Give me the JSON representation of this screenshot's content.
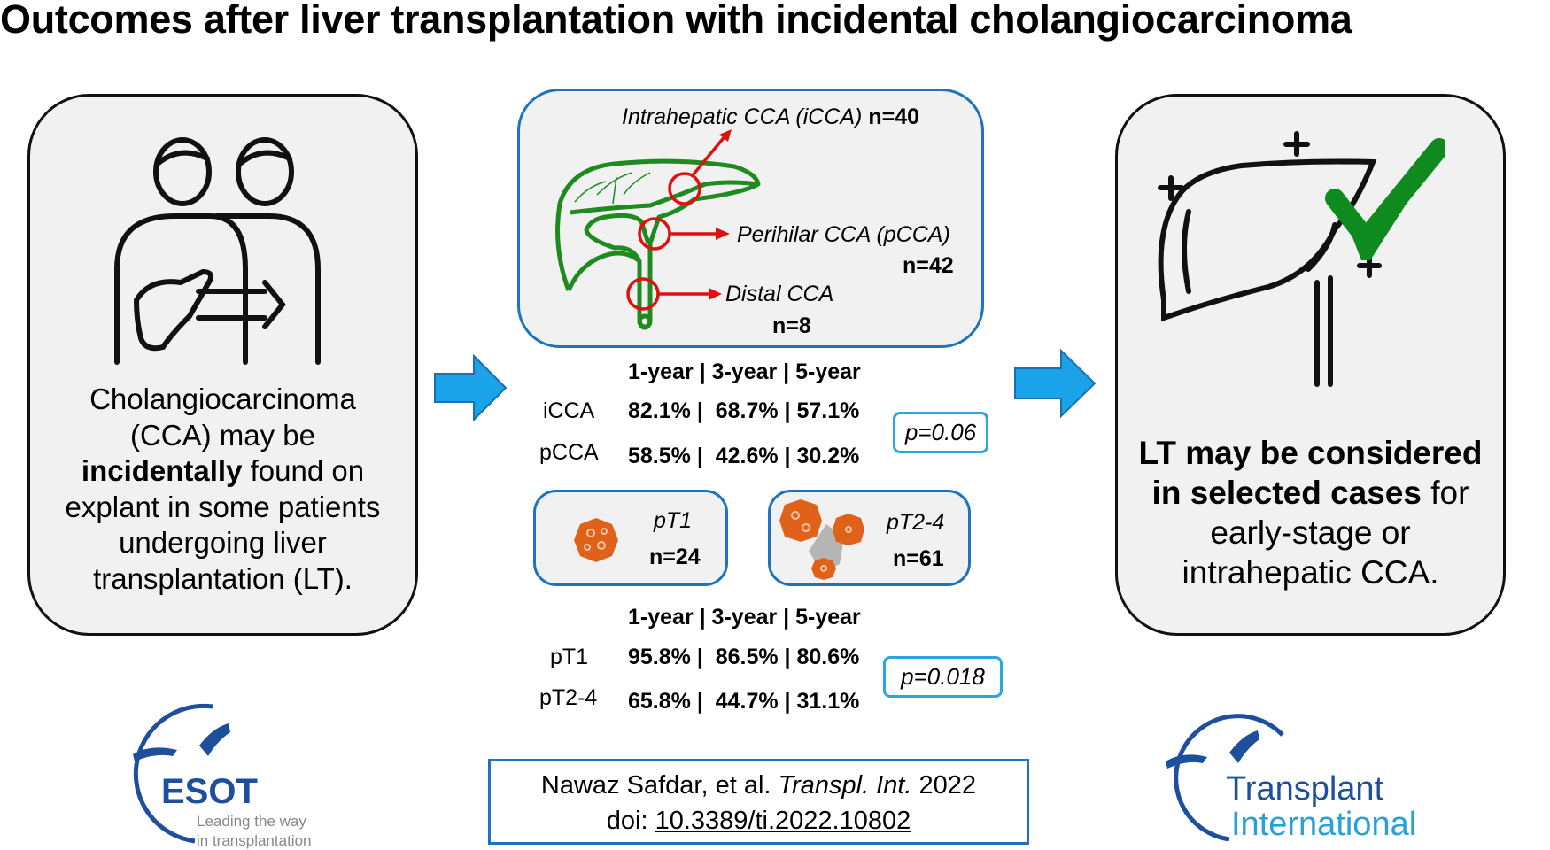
{
  "title": "Outcomes after liver transplantation with incidental cholangiocarcinoma",
  "left_panel": {
    "lines": [
      "Cholangiocarcinoma",
      "(CCA) may be",
      "incidentally",
      " found on",
      "explant in some patients",
      "undergoing liver",
      "transplantation (LT)."
    ]
  },
  "anatomy": {
    "icca_label": "Intrahepatic CCA (iCCA)",
    "icca_n": "n=40",
    "pcca_label": "Perihilar CCA (pCCA)",
    "pcca_n": "n=42",
    "dcca_label": "Distal CCA",
    "dcca_n": "n=8"
  },
  "survival_table_1": {
    "header": "1-year | 3-year | 5-year",
    "rows": [
      {
        "label": "iCCA",
        "values": "82.1% |  68.7% | 57.1%"
      },
      {
        "label": "pCCA",
        "values": "58.5% |  42.6% | 30.2%"
      }
    ],
    "p_value": "p=0.06"
  },
  "stage_boxes": [
    {
      "label": "pT1",
      "n": "n=24"
    },
    {
      "label": "pT2-4",
      "n": "n=61"
    }
  ],
  "survival_table_2": {
    "header": "1-year | 3-year | 5-year",
    "rows": [
      {
        "label": "pT1",
        "values": "95.8% |  86.5% | 80.6%"
      },
      {
        "label": "pT2-4",
        "values": "65.8% |  44.7% | 31.1%"
      }
    ],
    "p_value": "p=0.018"
  },
  "right_panel": {
    "bold1": "LT may be considered",
    "bold2": "in selected cases",
    "rest2": " for",
    "line3": "early-stage or",
    "line4": "intrahepatic CCA."
  },
  "citation": {
    "authors": "Nawaz Safdar, et al. ",
    "journal": "Transpl. Int.",
    "year": " 2022",
    "doi_label": "doi: ",
    "doi": "10.3389/ti.2022.10802"
  },
  "logos": {
    "esot": "ESOT",
    "esot_tagline_1": "Leading the way",
    "esot_tagline_2": "in transplantation",
    "ti_1": "Transplant",
    "ti_2": "International"
  },
  "colors": {
    "accent_blue": "#1e73be",
    "p_box": "#29a8e0",
    "arrow": "#1aa3e8",
    "liver_green": "#1f8a1f",
    "tumor": "#e0621a",
    "check": "#0e8a1e",
    "logo_blue": "#1d4f9c"
  }
}
